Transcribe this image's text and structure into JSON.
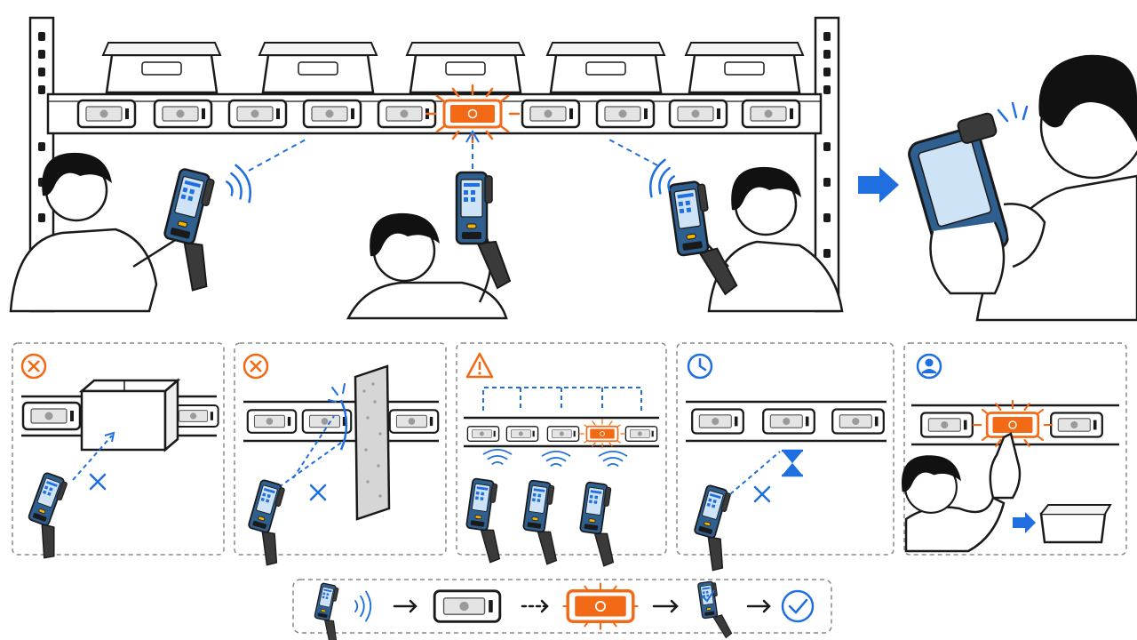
{
  "colors": {
    "ink": "#1a1a1a",
    "accent_orange": "#f26a16",
    "accent_blue": "#1f6fe0",
    "device_blue": "#2f5f8f",
    "panel_border": "#8a8a8a",
    "tag_gray": "#c9c9c9"
  },
  "icons": [
    "shelf-icon",
    "storage-bin-icon",
    "shelf-tag-icon",
    "handheld-scanner-icon",
    "worker-icon",
    "wave-signal-icon",
    "arrow-right-icon",
    "x-circle-icon",
    "warning-icon",
    "clock-icon",
    "user-icon",
    "hourglass-icon",
    "box-icon",
    "metal-plate-icon",
    "check-circle-icon",
    "hand-pointer-icon"
  ],
  "shelf": {
    "tag_count": 10,
    "lit_tag_index": 5
  },
  "panels": [
    {
      "id": "box-obstruction",
      "status_icon": "x-circle-icon"
    },
    {
      "id": "metal-interference",
      "status_icon": "x-circle-icon"
    },
    {
      "id": "multi-tag-collision",
      "status_icon": "warning-icon",
      "tags": 5,
      "lit_tag_index": 3
    },
    {
      "id": "read-timeout",
      "status_icon": "clock-icon"
    },
    {
      "id": "manual-pick",
      "status_icon": "user-icon"
    }
  ],
  "flow": [
    "scan",
    "tag",
    "lit-tag",
    "confirm",
    "done"
  ]
}
